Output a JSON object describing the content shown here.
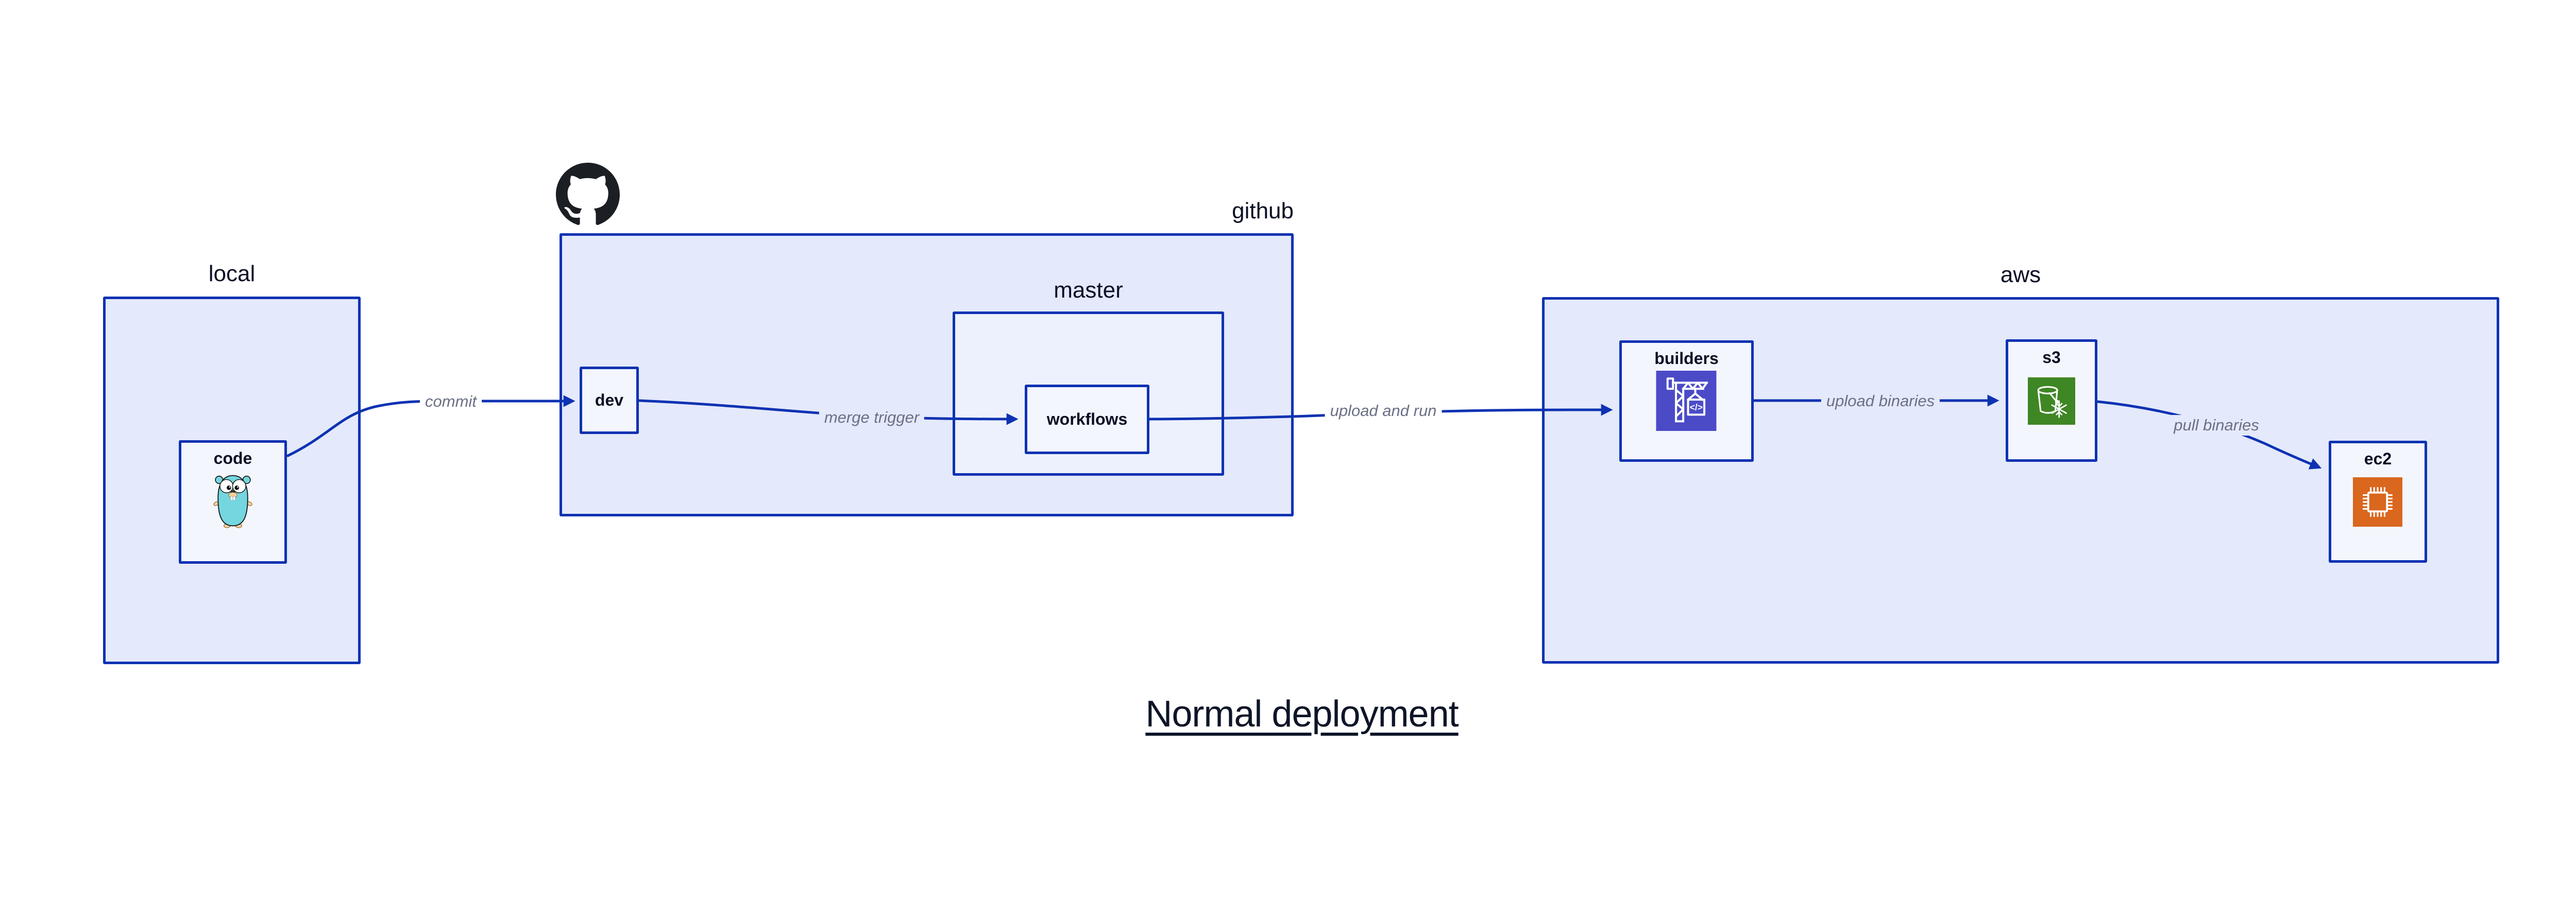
{
  "title": "Normal deployment",
  "groups": {
    "local": {
      "label": "local"
    },
    "github": {
      "label": "github",
      "icon": "github-octocat"
    },
    "master": {
      "label": "master"
    },
    "aws": {
      "label": "aws"
    }
  },
  "nodes": {
    "code": {
      "label": "code",
      "icon": "go-gopher"
    },
    "dev": {
      "label": "dev"
    },
    "workflows": {
      "label": "workflows"
    },
    "builders": {
      "label": "builders",
      "icon": "aws-codebuild-crane"
    },
    "s3": {
      "label": "s3",
      "icon": "aws-s3-bucket-snowflake"
    },
    "ec2": {
      "label": "ec2",
      "icon": "aws-ec2-chip"
    }
  },
  "edges": {
    "commit": {
      "label": "commit",
      "from": "code",
      "to": "dev"
    },
    "merge_trigger": {
      "label": "merge trigger",
      "from": "dev",
      "to": "workflows"
    },
    "upload_and_run": {
      "label": "upload and run",
      "from": "workflows",
      "to": "builders"
    },
    "upload_binaries": {
      "label": "upload binaries",
      "from": "builders",
      "to": "s3"
    },
    "pull_binaries": {
      "label": "pull binaries",
      "from": "s3",
      "to": "ec2"
    }
  },
  "colors": {
    "stroke_blue": "#0D32B2",
    "group_fill": "#E4E9FB",
    "nested_group_fill": "#EDF1FD",
    "node_fill": "#F4F6FE",
    "text_navy": "#0A0F25",
    "edge_label_gray": "#6B7086",
    "codebuild_purple": "#4B4BC8",
    "s3_green": "#3F8624",
    "ec2_orange": "#D9671E",
    "gopher_cyan": "#74D7DF",
    "octocat_black": "#1B1F23"
  }
}
